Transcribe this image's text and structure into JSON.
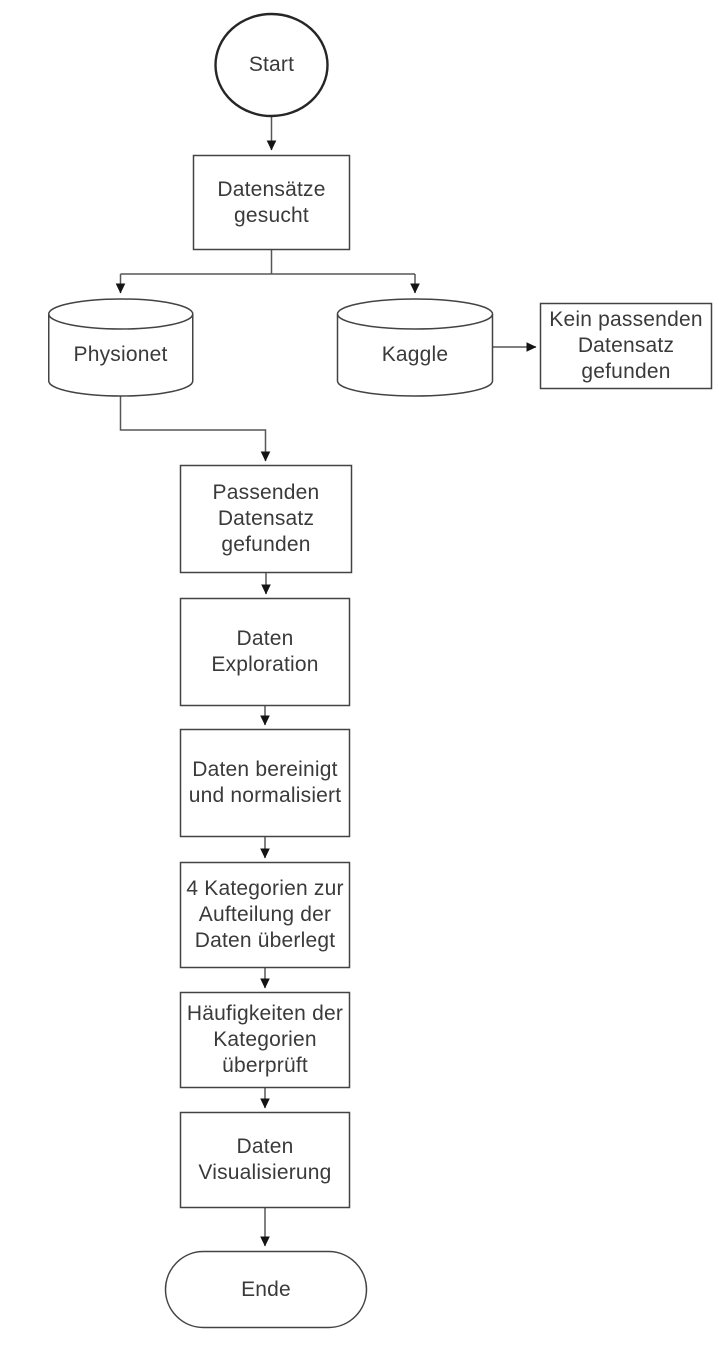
{
  "flowchart": {
    "type": "flowchart",
    "language": "de",
    "colors": {
      "background": "#ffffff",
      "shape_fill": "#ffffff",
      "shape_stroke": "#434343",
      "start_stroke": "#262626",
      "edge_stroke": "#575757",
      "arrowhead": "#141414",
      "text": "#3a3a3a"
    },
    "nodes": {
      "start": {
        "shape": "ellipse",
        "label": "Start"
      },
      "datensaetze": {
        "shape": "rectangle",
        "label": "Datensätze\ngesucht"
      },
      "physionet": {
        "shape": "cylinder",
        "label": "Physionet"
      },
      "kaggle": {
        "shape": "cylinder",
        "label": "Kaggle"
      },
      "kein_passenden": {
        "shape": "rectangle",
        "label": "Kein passenden\nDatensatz\ngefunden"
      },
      "passenden": {
        "shape": "rectangle",
        "label": "Passenden\nDatensatz\ngefunden"
      },
      "exploration": {
        "shape": "rectangle",
        "label": "Daten\nExploration"
      },
      "bereinigt": {
        "shape": "rectangle",
        "label": "Daten bereinigt\nund normalisiert"
      },
      "kategorien": {
        "shape": "rectangle",
        "label": "4 Kategorien zur\nAufteilung der\nDaten überlegt"
      },
      "haeufigkeiten": {
        "shape": "rectangle",
        "label": "Häufigkeiten der\nKategorien\nüberprüft"
      },
      "visualisierung": {
        "shape": "rectangle",
        "label": "Daten\nVisualisierung"
      },
      "ende": {
        "shape": "terminator",
        "label": "Ende"
      }
    },
    "edges": [
      {
        "from": "start",
        "to": "datensaetze"
      },
      {
        "from": "datensaetze",
        "to": "physionet"
      },
      {
        "from": "datensaetze",
        "to": "kaggle"
      },
      {
        "from": "kaggle",
        "to": "kein_passenden"
      },
      {
        "from": "physionet",
        "to": "passenden"
      },
      {
        "from": "passenden",
        "to": "exploration"
      },
      {
        "from": "exploration",
        "to": "bereinigt"
      },
      {
        "from": "bereinigt",
        "to": "kategorien"
      },
      {
        "from": "kategorien",
        "to": "haeufigkeiten"
      },
      {
        "from": "haeufigkeiten",
        "to": "visualisierung"
      },
      {
        "from": "visualisierung",
        "to": "ende"
      }
    ]
  }
}
